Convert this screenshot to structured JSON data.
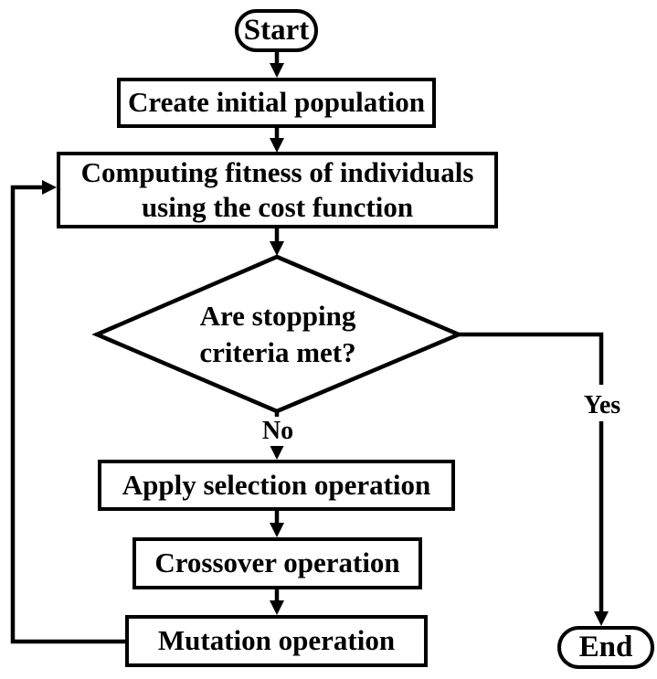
{
  "flowchart": {
    "diagram_type": "flowchart",
    "subject": "genetic-algorithm-loop",
    "colors": {
      "background": "#ffffff",
      "stroke": "#000000",
      "text": "#000000"
    },
    "nodes": {
      "start": {
        "shape": "terminator",
        "label": "Start"
      },
      "create_population": {
        "shape": "process",
        "label": "Create initial population"
      },
      "compute_fitness": {
        "shape": "process",
        "line1": "Computing fitness of individuals",
        "line2": "using the cost function"
      },
      "stopping_criteria": {
        "shape": "decision",
        "line1": "Are stopping",
        "line2": "criteria met?"
      },
      "apply_selection": {
        "shape": "process",
        "label": "Apply selection operation"
      },
      "crossover": {
        "shape": "process",
        "label": "Crossover operation"
      },
      "mutation": {
        "shape": "process",
        "label": "Mutation operation"
      },
      "end": {
        "shape": "terminator",
        "label": "End"
      }
    },
    "edge_labels": {
      "no": "No",
      "yes": "Yes"
    },
    "edges": [
      {
        "from": "start",
        "to": "create_population"
      },
      {
        "from": "create_population",
        "to": "compute_fitness"
      },
      {
        "from": "compute_fitness",
        "to": "stopping_criteria"
      },
      {
        "from": "stopping_criteria",
        "to": "apply_selection",
        "label": "No"
      },
      {
        "from": "stopping_criteria",
        "to": "end",
        "label": "Yes"
      },
      {
        "from": "apply_selection",
        "to": "crossover"
      },
      {
        "from": "crossover",
        "to": "mutation"
      },
      {
        "from": "mutation",
        "to": "compute_fitness",
        "kind": "feedback-loop"
      }
    ]
  }
}
